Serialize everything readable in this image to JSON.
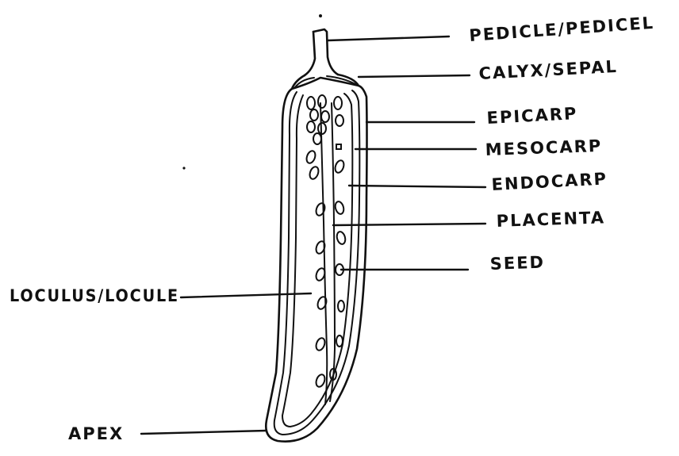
{
  "labels": {
    "pedicle": "PEDICLE/PEDICEL",
    "calyx": "CALYX/SEPAL",
    "epicarp": "EPICARP",
    "mesocarp": "MESOCARP",
    "endocarp": "ENDOCARP",
    "placenta": "PLACENTA",
    "seed": "SEED",
    "loculus": "LOCULUS/LOCULE",
    "apex": "APEX"
  }
}
